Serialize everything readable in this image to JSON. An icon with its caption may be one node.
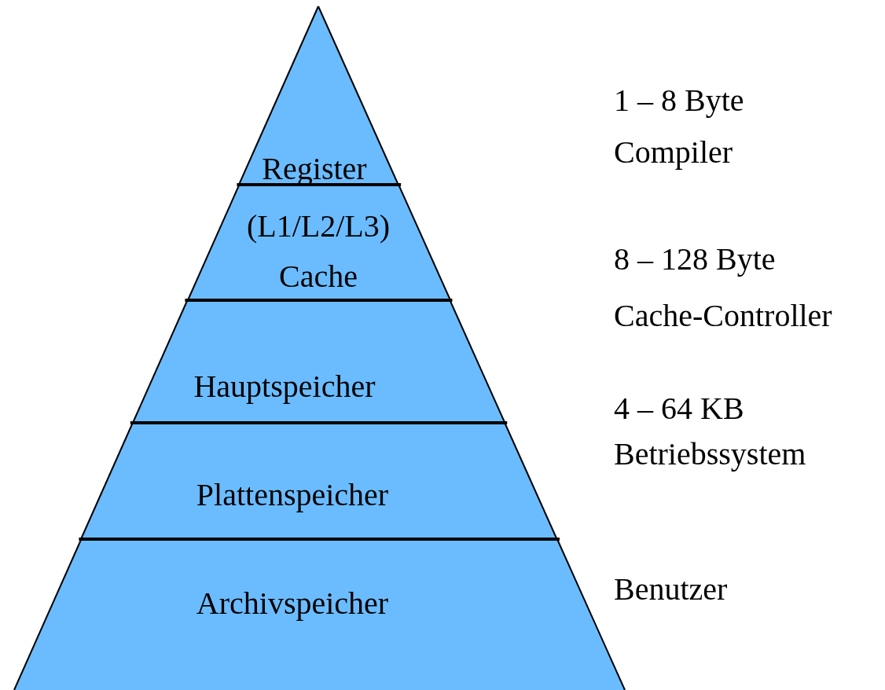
{
  "diagram": {
    "nodes": [
      {
        "text": [
          "Register"
        ]
      },
      {
        "text": [
          "(L1/L2/L3) Cache"
        ]
      },
      {
        "text": [
          "Hauptspeicher"
        ]
      },
      {
        "text": [
          "Plattenspeicher"
        ]
      },
      {
        "text": [
          "Archivspeicher"
        ]
      }
    ],
    "labels": [
      "1 – 8 Byte",
      "Compiler",
      "8 – 128 Byte",
      "Cache-Controller",
      "4 – 64 KB",
      "Betriebssystem",
      "Benutzer"
    ]
  }
}
